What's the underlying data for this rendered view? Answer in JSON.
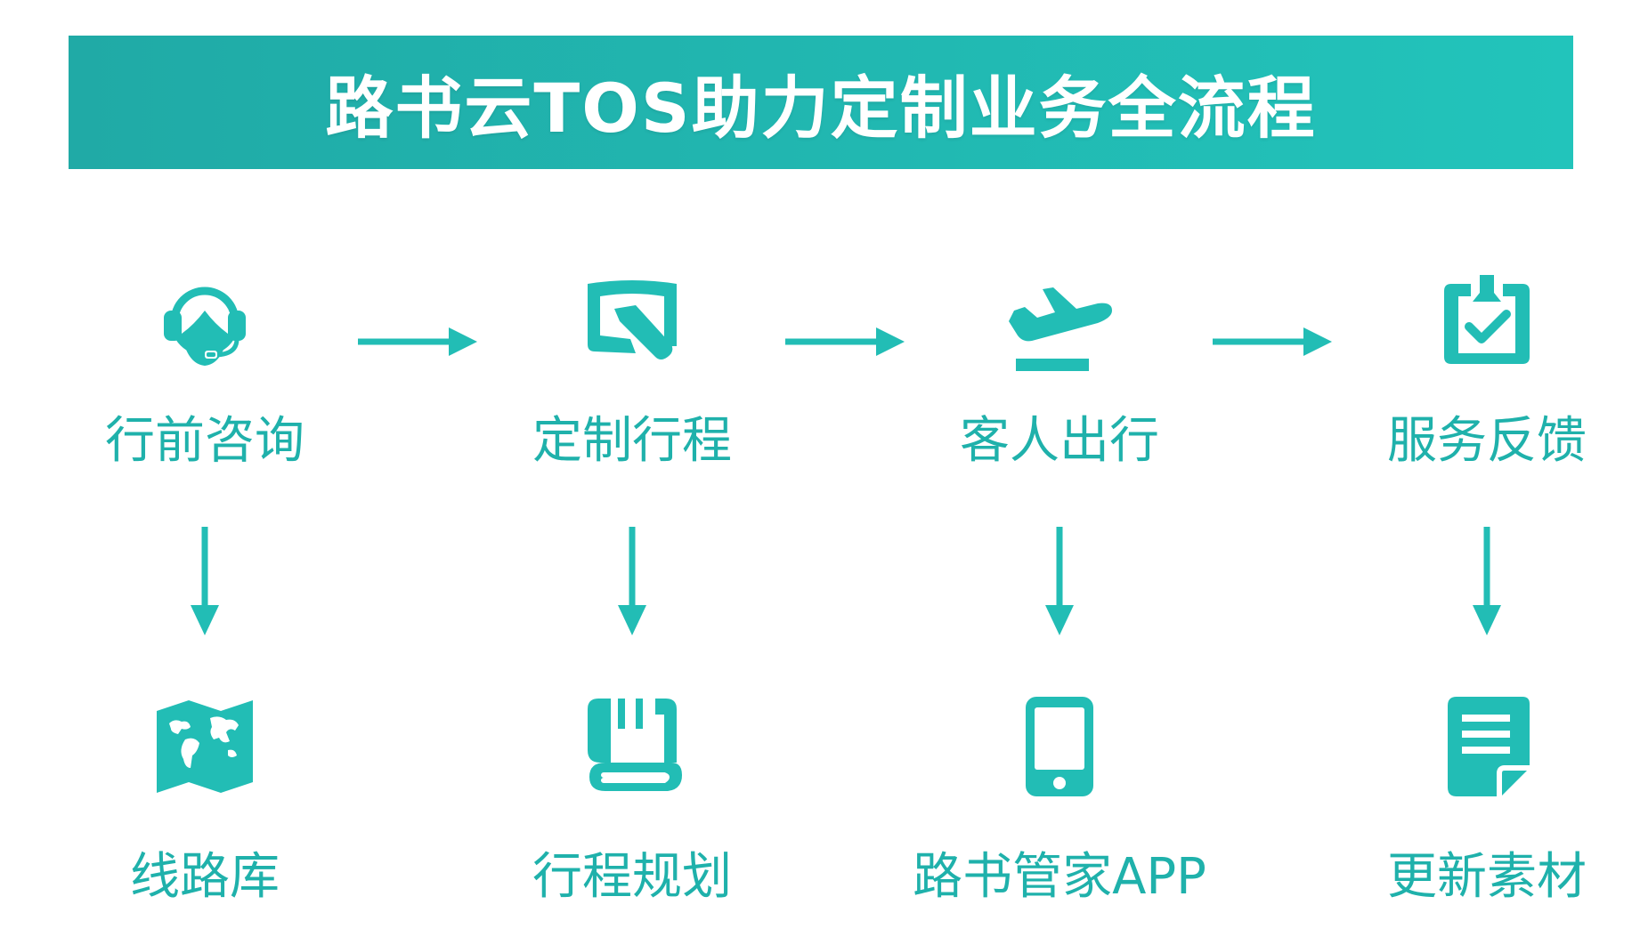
{
  "title": "路书云TOS助力定制业务全流程",
  "accent_color": "#22bdb5",
  "process_steps": [
    {
      "label": "行前咨询",
      "icon": "headset-agent-icon"
    },
    {
      "label": "定制行程",
      "icon": "edit-document-icon"
    },
    {
      "label": "客人出行",
      "icon": "airplane-takeoff-icon"
    },
    {
      "label": "服务反馈",
      "icon": "clipboard-check-icon"
    }
  ],
  "tools": [
    {
      "label": "线路库",
      "icon": "world-map-icon"
    },
    {
      "label": "行程规划",
      "icon": "notebook-icon"
    },
    {
      "label": "路书管家APP",
      "icon": "mobile-phone-icon"
    },
    {
      "label": "更新素材",
      "icon": "document-list-icon"
    }
  ]
}
